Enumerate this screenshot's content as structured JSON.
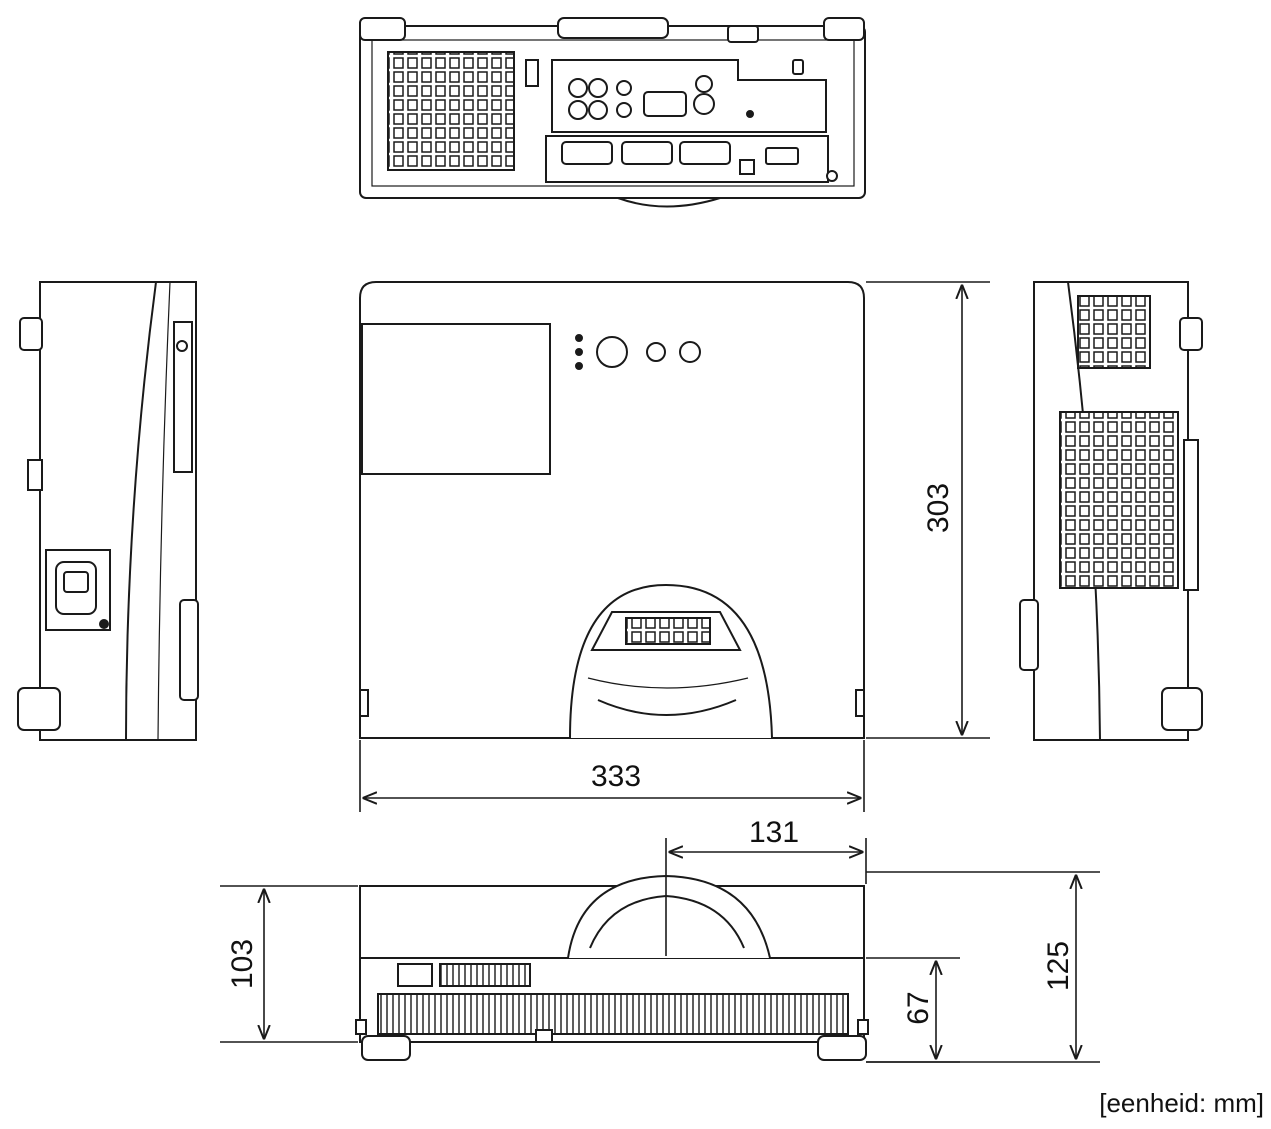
{
  "dimensions": {
    "width": "333",
    "depth": "303",
    "lens_offset": "131",
    "height_body": "103",
    "height_foot": "67",
    "height_total": "125"
  },
  "unit_note": "[eenheid: mm]",
  "colors": {
    "line": "#1a1a1a",
    "fill": "#ffffff",
    "shade": "#e9e9e9"
  }
}
